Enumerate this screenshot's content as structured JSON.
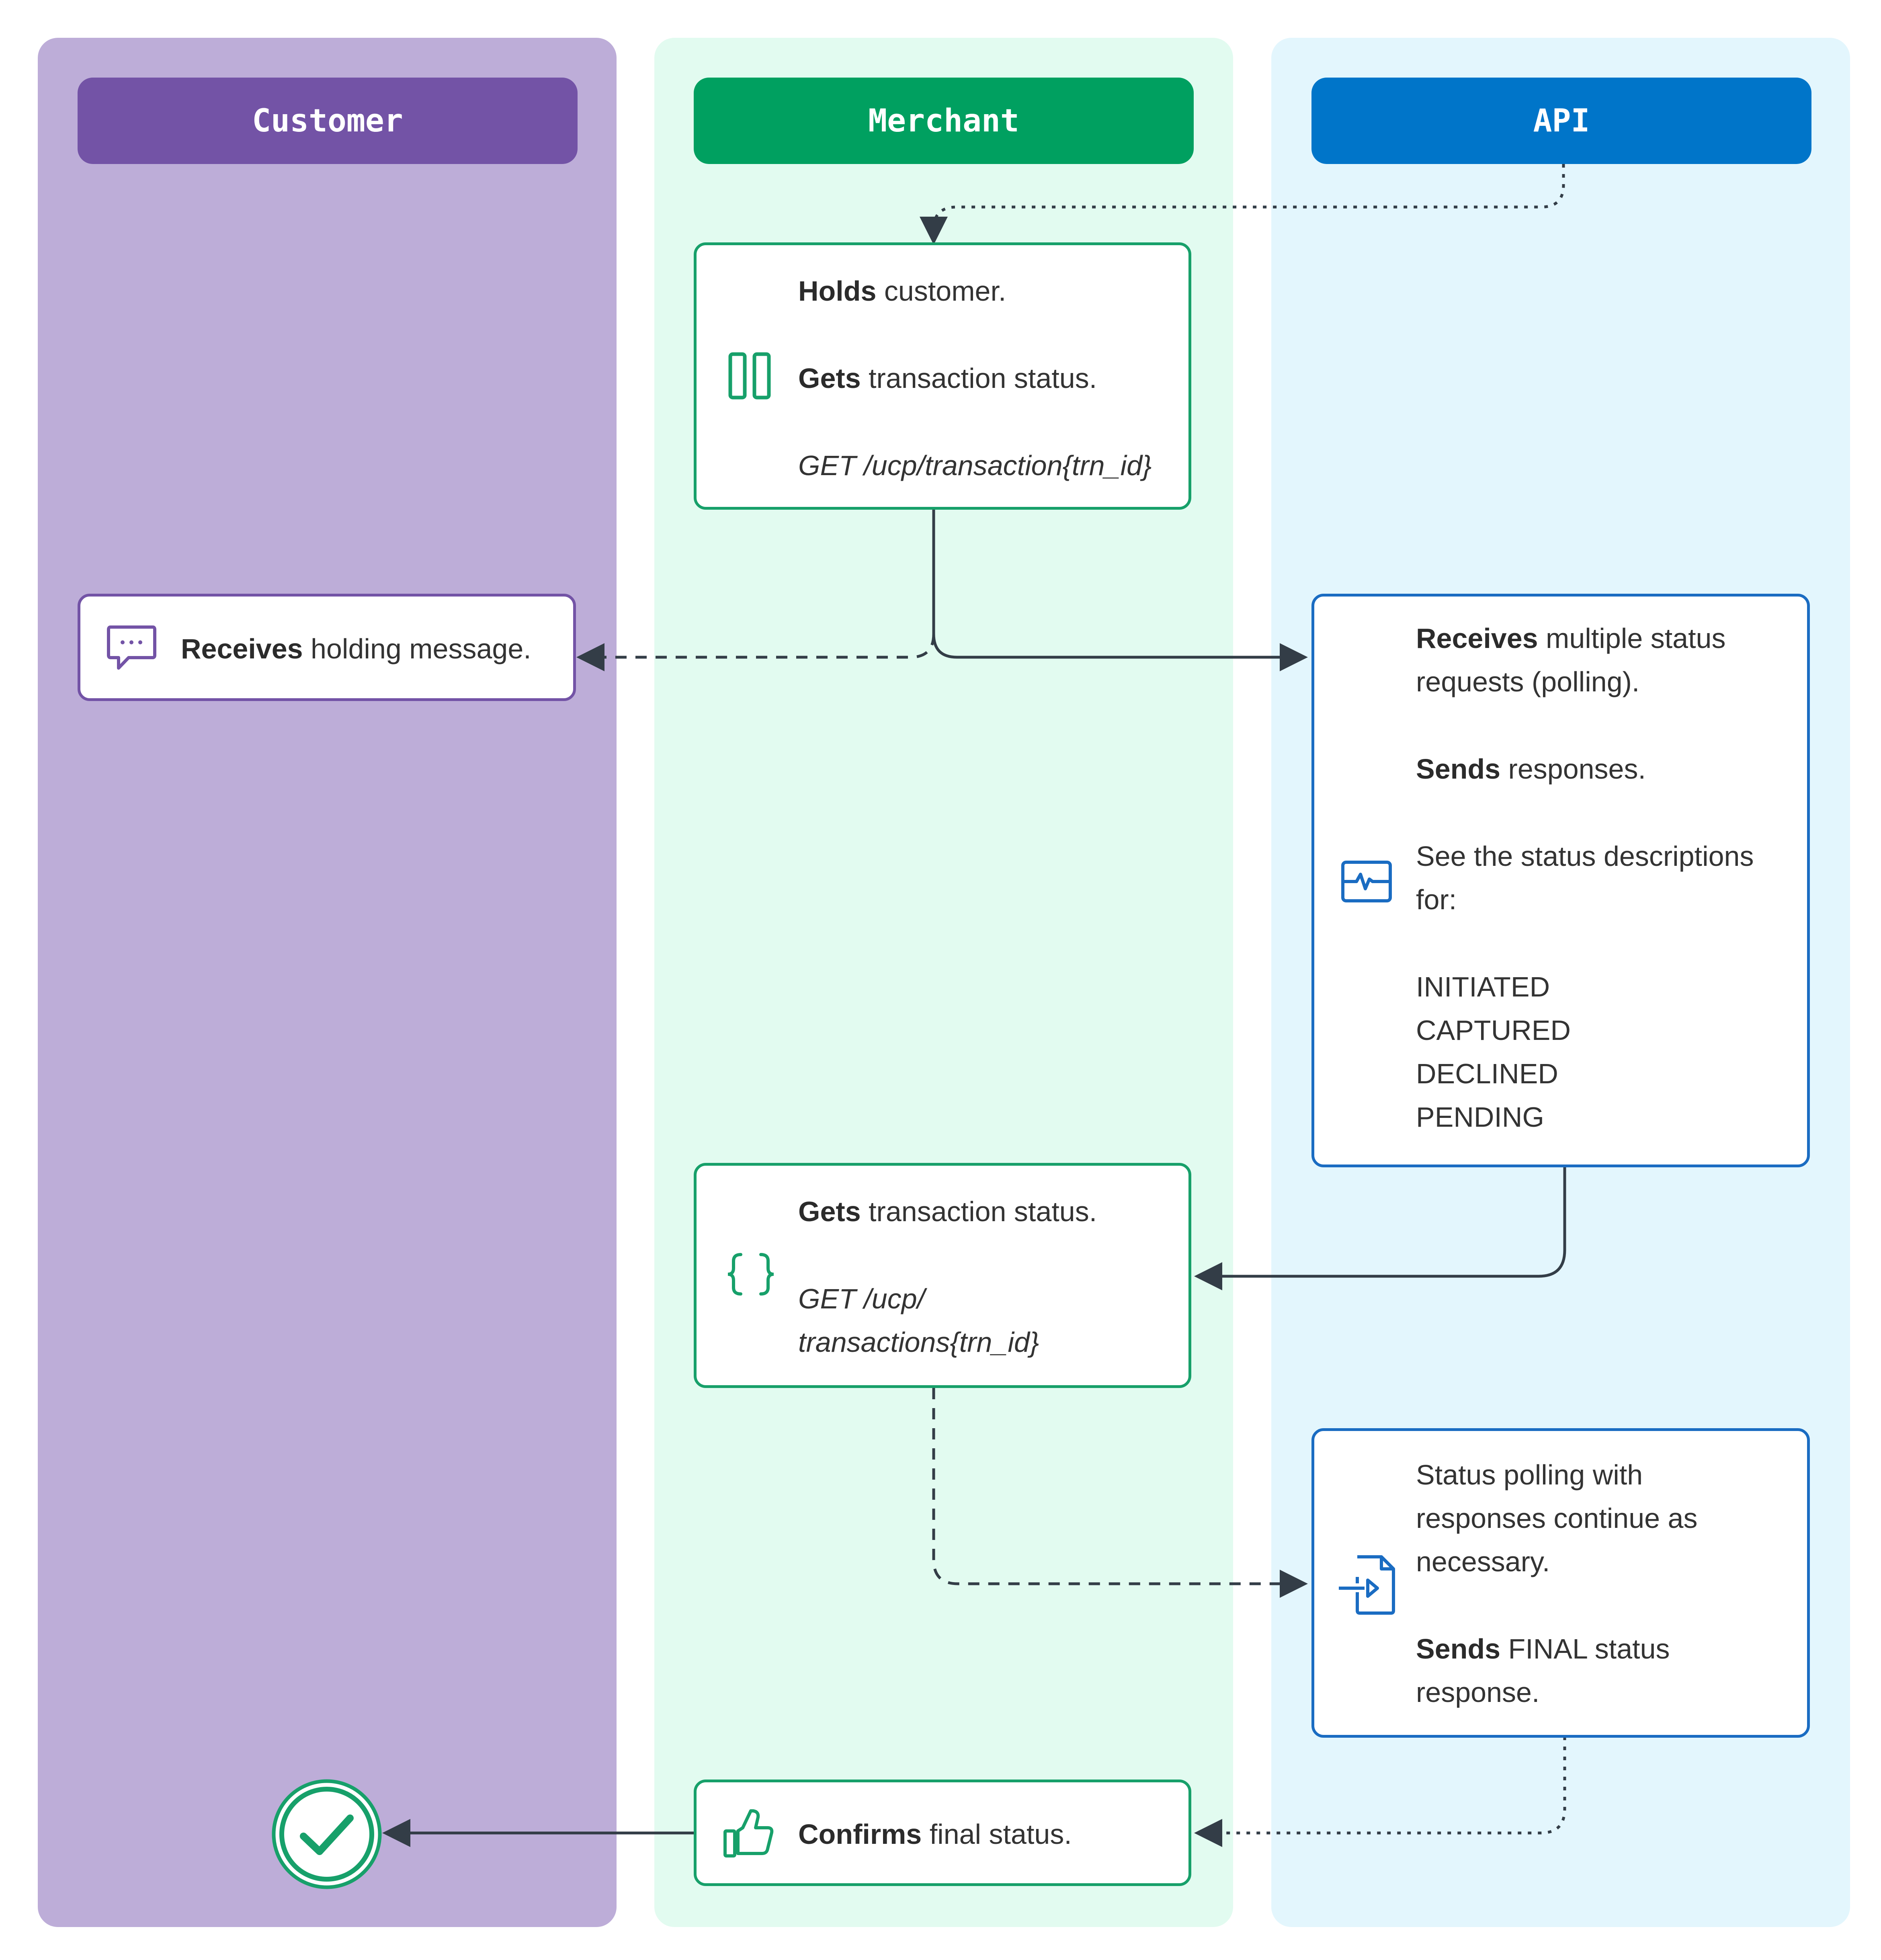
{
  "lanes": {
    "customer": {
      "title": "Customer",
      "color": "#7353a6",
      "bg": "#bdadd8"
    },
    "merchant": {
      "title": "Merchant",
      "color": "#00a060",
      "bg": "#e2fbf0"
    },
    "api": {
      "title": "API",
      "color": "#0075c9",
      "bg": "#e3f6fd"
    }
  },
  "steps": {
    "holds": {
      "l1_bold": "Holds",
      "l1_rest": " customer.",
      "l2_bold": "Gets",
      "l2_rest": " transaction status.",
      "l3": "GET /ucp/transaction{trn_id}",
      "icon": "pause-icon"
    },
    "customer_message": {
      "bold": "Receives",
      "rest": " holding message.",
      "icon": "chat-bubble-icon"
    },
    "api_polling": {
      "l1_bold": "Receives",
      "l1_rest": " multiple status",
      "l2": "requests (polling).",
      "l3_bold": "Sends",
      "l3_rest": " responses.",
      "l4": "See the status descriptions",
      "l5": "for:",
      "statuses": [
        "INITIATED",
        "CAPTURED",
        "DECLINED",
        "PENDING"
      ],
      "icon": "status-monitor-icon"
    },
    "merchant_get": {
      "l1_bold": "Gets",
      "l1_rest": " transaction status.",
      "l2": "GET /ucp/",
      "l3": "transactions{trn_id}",
      "icon": "curly-braces-icon"
    },
    "api_continue": {
      "l1": "Status polling with",
      "l2": "responses continue as",
      "l3": "necessary.",
      "l4_bold": "Sends",
      "l4_rest": " FINAL status",
      "l5": "response.",
      "icon": "document-import-icon"
    },
    "confirm": {
      "bold": "Confirms",
      "rest": " final status.",
      "icon": "thumbs-up-icon"
    },
    "done": {
      "icon": "check-circle-icon"
    }
  }
}
